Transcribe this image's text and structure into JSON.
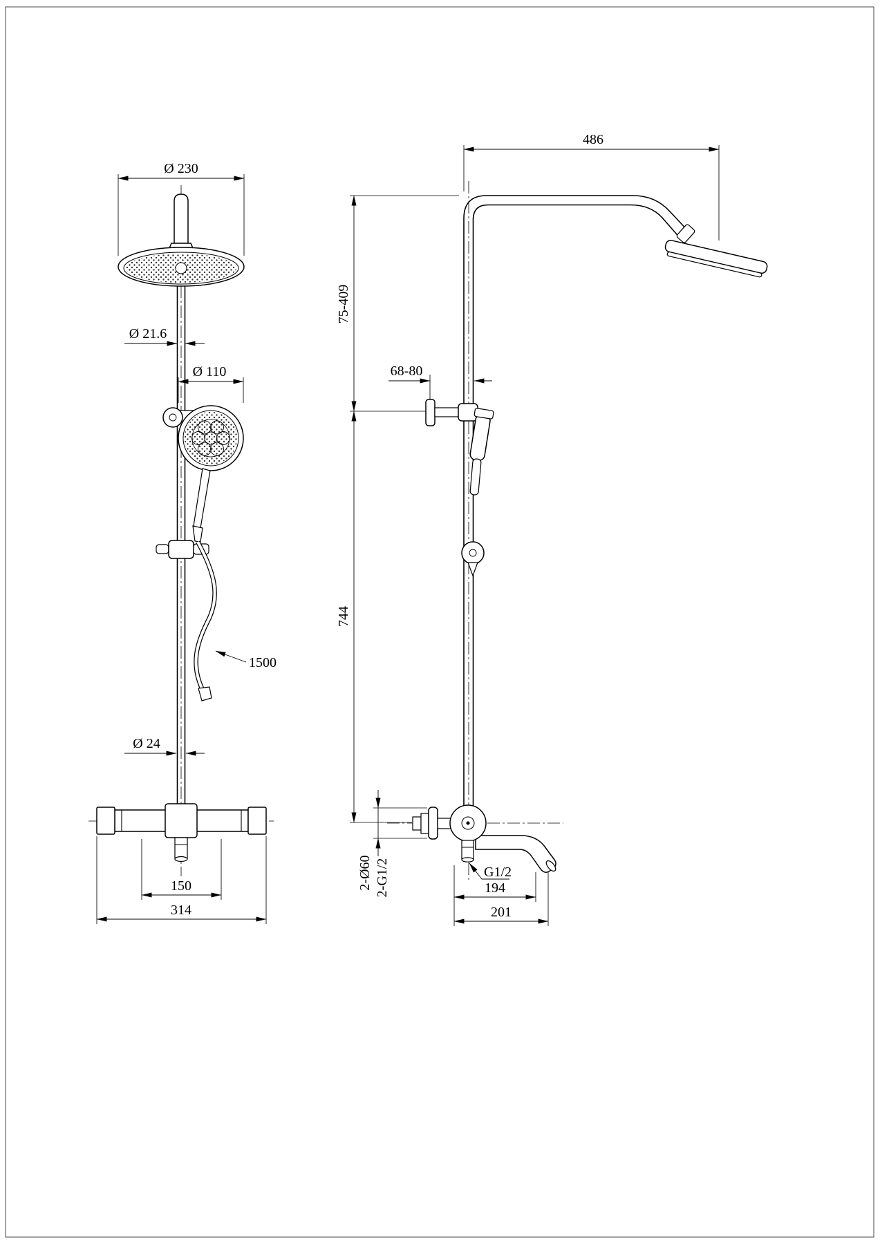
{
  "front_view": {
    "head_diameter": "Ø 230",
    "riser_upper_diameter": "Ø 21.6",
    "hand_shower_diameter": "Ø 110",
    "hose_length": "1500",
    "riser_lower_diameter": "Ø 24",
    "inlet_center_distance": "150",
    "valve_overall_width": "314"
  },
  "side_view": {
    "arm_reach": "486",
    "upper_adjustable_height": "75-409",
    "wall_bracket_range": "68-80",
    "riser_height": "744",
    "escutcheon_diameter": "2-Ø60",
    "inlet_thread": "2-G1/2",
    "outlet_thread": "G1/2",
    "spout_projection": "194",
    "spout_overall_projection": "201"
  }
}
